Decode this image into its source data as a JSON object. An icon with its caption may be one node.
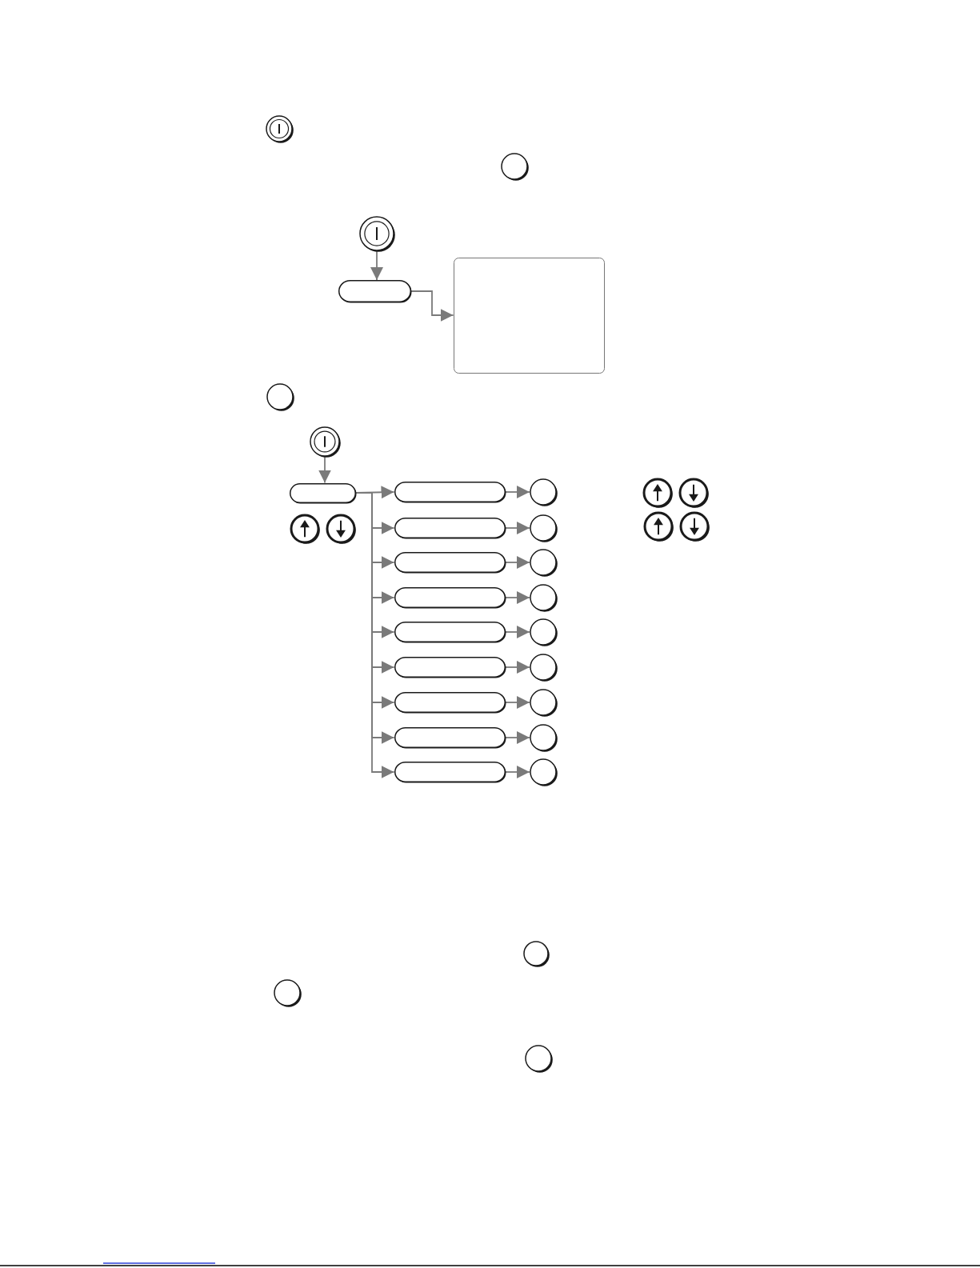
{
  "diagram": {
    "nodes": [
      {
        "text": [],
        "shape": "circle"
      },
      {
        "text": [],
        "shape": "box"
      },
      {
        "text": [],
        "shape": "box"
      },
      {
        "text": [],
        "shape": "circle"
      },
      {
        "text": [],
        "shape": "box"
      },
      {
        "text": [],
        "shape": "box"
      },
      {
        "text": [],
        "shape": "box"
      },
      {
        "text": [],
        "shape": "box"
      },
      {
        "text": [],
        "shape": "box"
      },
      {
        "text": [],
        "shape": "box"
      },
      {
        "text": [],
        "shape": "box"
      },
      {
        "text": [],
        "shape": "box"
      },
      {
        "text": [],
        "shape": "box"
      },
      {
        "text": [],
        "shape": "box"
      },
      {
        "text": [],
        "shape": "circle"
      },
      {
        "text": [],
        "shape": "circle"
      },
      {
        "text": [],
        "shape": "circle"
      },
      {
        "text": [],
        "shape": "circle"
      },
      {
        "text": [],
        "shape": "circle"
      },
      {
        "text": [],
        "shape": "circle"
      },
      {
        "text": [],
        "shape": "circle"
      },
      {
        "text": [],
        "shape": "circle"
      },
      {
        "text": [],
        "shape": "circle"
      }
    ],
    "edges": [
      {
        "from": 0,
        "to": 1,
        "arrow": "to"
      },
      {
        "from": 1,
        "to": 2,
        "arrow": "to"
      },
      {
        "from": 3,
        "to": 4,
        "arrow": "to"
      },
      {
        "from": 4,
        "to": 5,
        "arrow": "to"
      },
      {
        "from": 4,
        "to": 6,
        "arrow": "to"
      },
      {
        "from": 4,
        "to": 7,
        "arrow": "to"
      },
      {
        "from": 4,
        "to": 8,
        "arrow": "to"
      },
      {
        "from": 4,
        "to": 9,
        "arrow": "to"
      },
      {
        "from": 4,
        "to": 10,
        "arrow": "to"
      },
      {
        "from": 4,
        "to": 11,
        "arrow": "to"
      },
      {
        "from": 4,
        "to": 12,
        "arrow": "to"
      },
      {
        "from": 4,
        "to": 13,
        "arrow": "to"
      },
      {
        "from": 5,
        "to": 14,
        "arrow": "to"
      },
      {
        "from": 6,
        "to": 15,
        "arrow": "to"
      },
      {
        "from": 7,
        "to": 16,
        "arrow": "to"
      },
      {
        "from": 8,
        "to": 17,
        "arrow": "to"
      },
      {
        "from": 9,
        "to": 18,
        "arrow": "to"
      },
      {
        "from": 10,
        "to": 19,
        "arrow": "to"
      },
      {
        "from": 11,
        "to": 20,
        "arrow": "to"
      },
      {
        "from": 12,
        "to": 21,
        "arrow": "to"
      },
      {
        "from": 13,
        "to": 22,
        "arrow": "to"
      }
    ]
  }
}
